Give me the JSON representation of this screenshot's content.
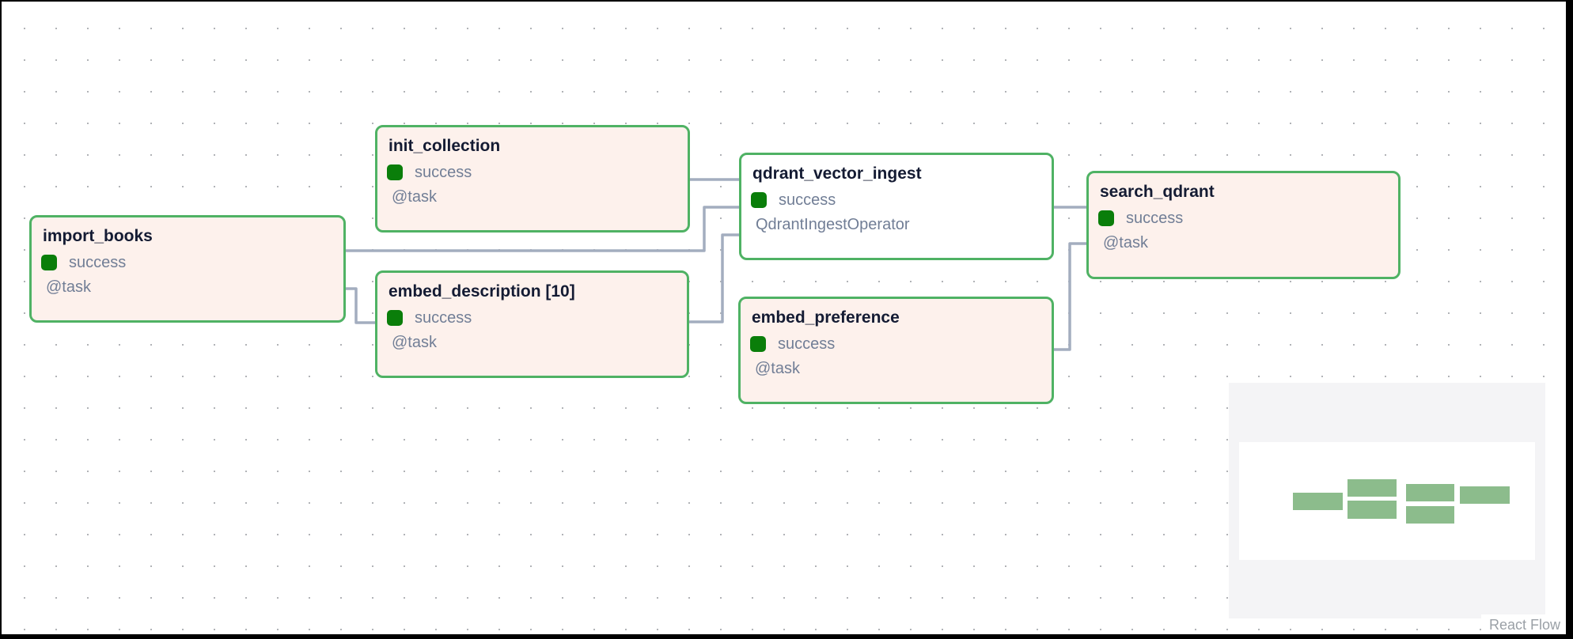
{
  "app": {
    "view": "dag-graph",
    "attribution": "React Flow"
  },
  "colors": {
    "accent_green": "#4fb264",
    "status_green": "#0a7e0a",
    "node_fill_task": "#fdf1ec",
    "node_fill_operator": "#ffffff",
    "edge_gray": "#a3adbf",
    "text_dark": "#141b33",
    "text_gray": "#717e96",
    "minimap_node_green": "#8cbc8c",
    "minimap_mask": "#f4f4f6",
    "dot_color": "#b1b3b7",
    "attribution_gray": "#9aa0a6"
  },
  "nodes": [
    {
      "id": "import_books",
      "title": "import_books",
      "status": "success",
      "operator": "@task"
    },
    {
      "id": "init_collection",
      "title": "init_collection",
      "status": "success",
      "operator": "@task"
    },
    {
      "id": "embed_description",
      "title": "embed_description [10]",
      "status": "success",
      "operator": "@task"
    },
    {
      "id": "qdrant_vector_ingest",
      "title": "qdrant_vector_ingest",
      "status": "success",
      "operator": "QdrantIngestOperator"
    },
    {
      "id": "embed_preference",
      "title": "embed_preference",
      "status": "success",
      "operator": "@task"
    },
    {
      "id": "search_qdrant",
      "title": "search_qdrant",
      "status": "success",
      "operator": "@task"
    }
  ],
  "edges": [
    {
      "from": "init_collection",
      "to": "qdrant_vector_ingest"
    },
    {
      "from": "import_books",
      "to": "qdrant_vector_ingest"
    },
    {
      "from": "import_books",
      "to": "embed_description"
    },
    {
      "from": "embed_description",
      "to": "qdrant_vector_ingest"
    },
    {
      "from": "qdrant_vector_ingest",
      "to": "search_qdrant"
    },
    {
      "from": "embed_preference",
      "to": "search_qdrant"
    }
  ]
}
